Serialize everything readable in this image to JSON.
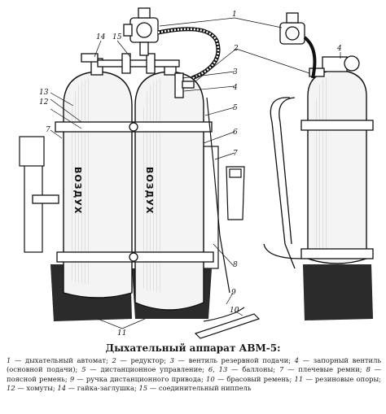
{
  "title": "Дыхательный аппарат АВМ-5:",
  "tank_label": "ВОЗДУХ",
  "callouts": [
    "1",
    "2",
    "3",
    "4",
    "5",
    "6",
    "7",
    "8",
    "9",
    "10",
    "11",
    "12",
    "13",
    "14",
    "15"
  ],
  "legend": [
    {
      "num": "1",
      "text": "— дыхательный автомат;"
    },
    {
      "num": "2",
      "text": "— редуктор;"
    },
    {
      "num": "3",
      "text": "— вентиль резервной подачи;"
    },
    {
      "num": "4",
      "text": "— запорный вентиль (основной подачи);"
    },
    {
      "num": "5",
      "text": "— дистанционное управление;"
    },
    {
      "num": "6, 13",
      "text": "— баллоны;"
    },
    {
      "num": "7",
      "text": "— плечевые ремни;"
    },
    {
      "num": "8",
      "text": "— поясной ремень;"
    },
    {
      "num": "9",
      "text": "— ручка дистанционного привода;"
    },
    {
      "num": "10",
      "text": "— брасовый ремень;"
    },
    {
      "num": "11",
      "text": "— резиновые опоры;"
    },
    {
      "num": "12",
      "text": "— хомуты;"
    },
    {
      "num": "14",
      "text": "— гайка-заглушка;"
    },
    {
      "num": "15",
      "text": "— соединительный ниппель"
    }
  ]
}
